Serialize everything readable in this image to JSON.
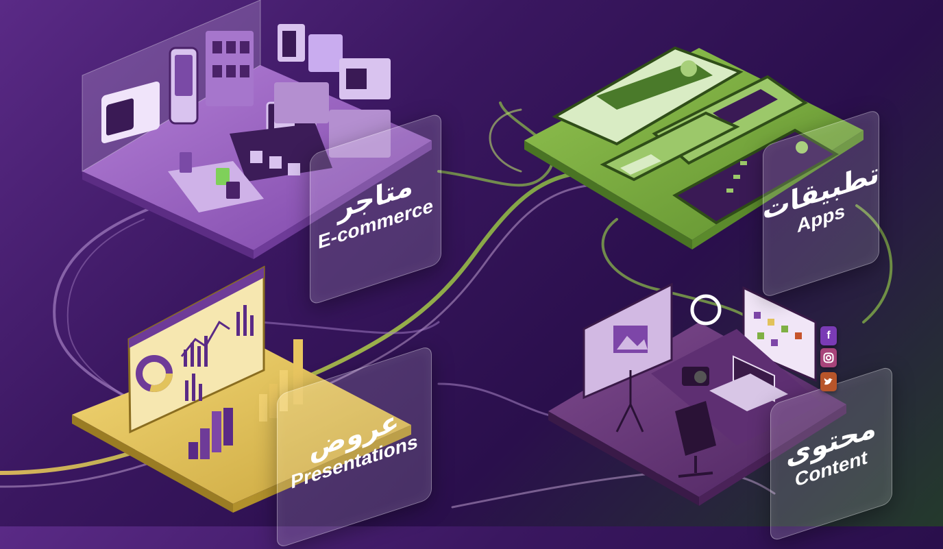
{
  "labels": {
    "ecommerce": {
      "ar": "متاجر",
      "en": "E-commerce"
    },
    "apps": {
      "ar": "تطبيقات",
      "en": "Apps"
    },
    "presentations": {
      "ar": "عروض",
      "en": "Presentations"
    },
    "content": {
      "ar": "محتوى",
      "en": "Content"
    }
  },
  "icons": {
    "facebook": "facebook-icon",
    "instagram": "instagram-icon",
    "twitter": "twitter-icon"
  },
  "colors": {
    "ecommerce_platform": "#9a62c4",
    "apps_platform": "#7fb044",
    "presentations_platform": "#e2c35c",
    "content_platform": "#6a3a78",
    "background_dark": "#2a0f4c"
  }
}
